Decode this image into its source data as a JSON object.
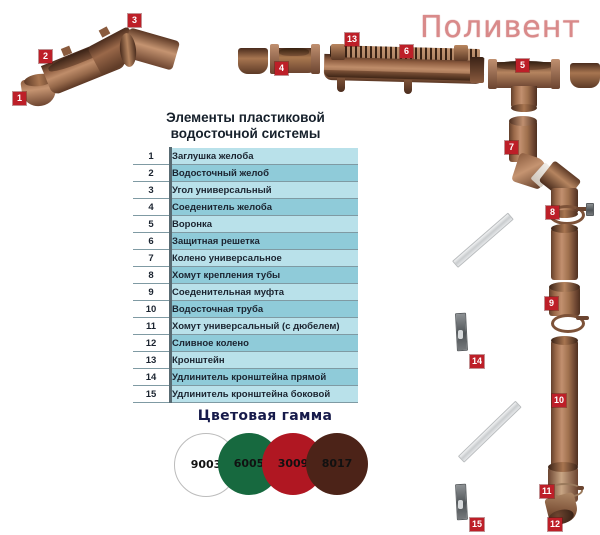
{
  "brand": {
    "name": "Поливент"
  },
  "table": {
    "title_line1": "Элементы пластиковой",
    "title_line2": "водосточной системы",
    "rows": [
      {
        "num": "1",
        "name": "Заглушка желоба"
      },
      {
        "num": "2",
        "name": "Водосточный желоб"
      },
      {
        "num": "3",
        "name": "Угол универсальный"
      },
      {
        "num": "4",
        "name": "Соеденитель желоба"
      },
      {
        "num": "5",
        "name": "Воронка"
      },
      {
        "num": "6",
        "name": "Защитная решетка"
      },
      {
        "num": "7",
        "name": "Колено универсальное"
      },
      {
        "num": "8",
        "name": "Хомут крепления тубы"
      },
      {
        "num": "9",
        "name": "Соеденительная муфта"
      },
      {
        "num": "10",
        "name": "Водосточная труба"
      },
      {
        "num": "11",
        "name": "Хомут универсальный (с дюбелем)"
      },
      {
        "num": "12",
        "name": "Сливное колено"
      },
      {
        "num": "13",
        "name": "Кронштейн"
      },
      {
        "num": "14",
        "name": "Удлинитель кронштейна прямой"
      },
      {
        "num": "15",
        "name": "Удлинитель кронштейна боковой"
      }
    ]
  },
  "gamma": {
    "title": "Цветовая гамма",
    "swatches": [
      {
        "code": "9003",
        "hex": "#ffffff"
      },
      {
        "code": "6005",
        "hex": "#17693f"
      },
      {
        "code": "3009",
        "hex": "#b01722"
      },
      {
        "code": "8017",
        "hex": "#4c2318"
      }
    ]
  },
  "callouts": [
    {
      "id": "1",
      "label": "1"
    },
    {
      "id": "2",
      "label": "2"
    },
    {
      "id": "3",
      "label": "3"
    },
    {
      "id": "4",
      "label": "4"
    },
    {
      "id": "5",
      "label": "5"
    },
    {
      "id": "6",
      "label": "6"
    },
    {
      "id": "7",
      "label": "7"
    },
    {
      "id": "8",
      "label": "8"
    },
    {
      "id": "9",
      "label": "9"
    },
    {
      "id": "10",
      "label": "10"
    },
    {
      "id": "11",
      "label": "11"
    },
    {
      "id": "12",
      "label": "12"
    },
    {
      "id": "13",
      "label": "13"
    },
    {
      "id": "14",
      "label": "14"
    },
    {
      "id": "15",
      "label": "15"
    }
  ]
}
